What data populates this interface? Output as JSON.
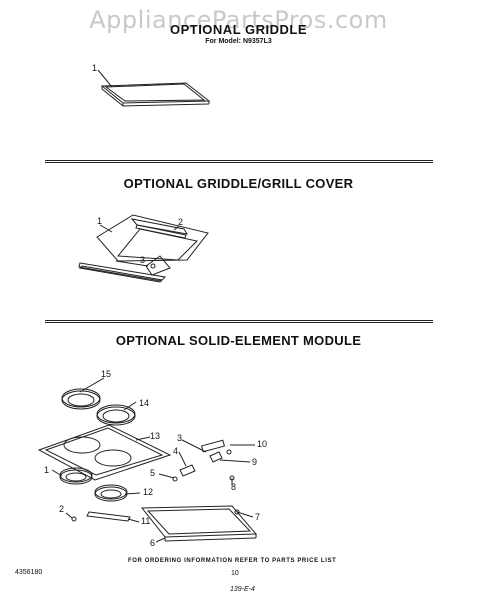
{
  "watermark": "AppliancePartsPros.com",
  "top_section": {
    "title": "OPTIONAL GRIDDLE",
    "model": "For Model: N9357L3",
    "callouts": [
      "1"
    ]
  },
  "section2": {
    "title": "OPTIONAL GRIDDLE/GRILL COVER",
    "callouts": [
      "1",
      "2",
      "3"
    ]
  },
  "section3": {
    "title": "OPTIONAL SOLID-ELEMENT MODULE",
    "callouts": [
      "15",
      "14",
      "13",
      "1",
      "12",
      "2",
      "11",
      "3",
      "10",
      "4",
      "9",
      "5",
      "8",
      "7",
      "6"
    ]
  },
  "footer": {
    "ordering_note": "FOR ORDERING INFORMATION REFER TO PARTS PRICE LIST",
    "doc_number": "4356180",
    "page_number": "10",
    "handwritten": "139-E-4"
  }
}
